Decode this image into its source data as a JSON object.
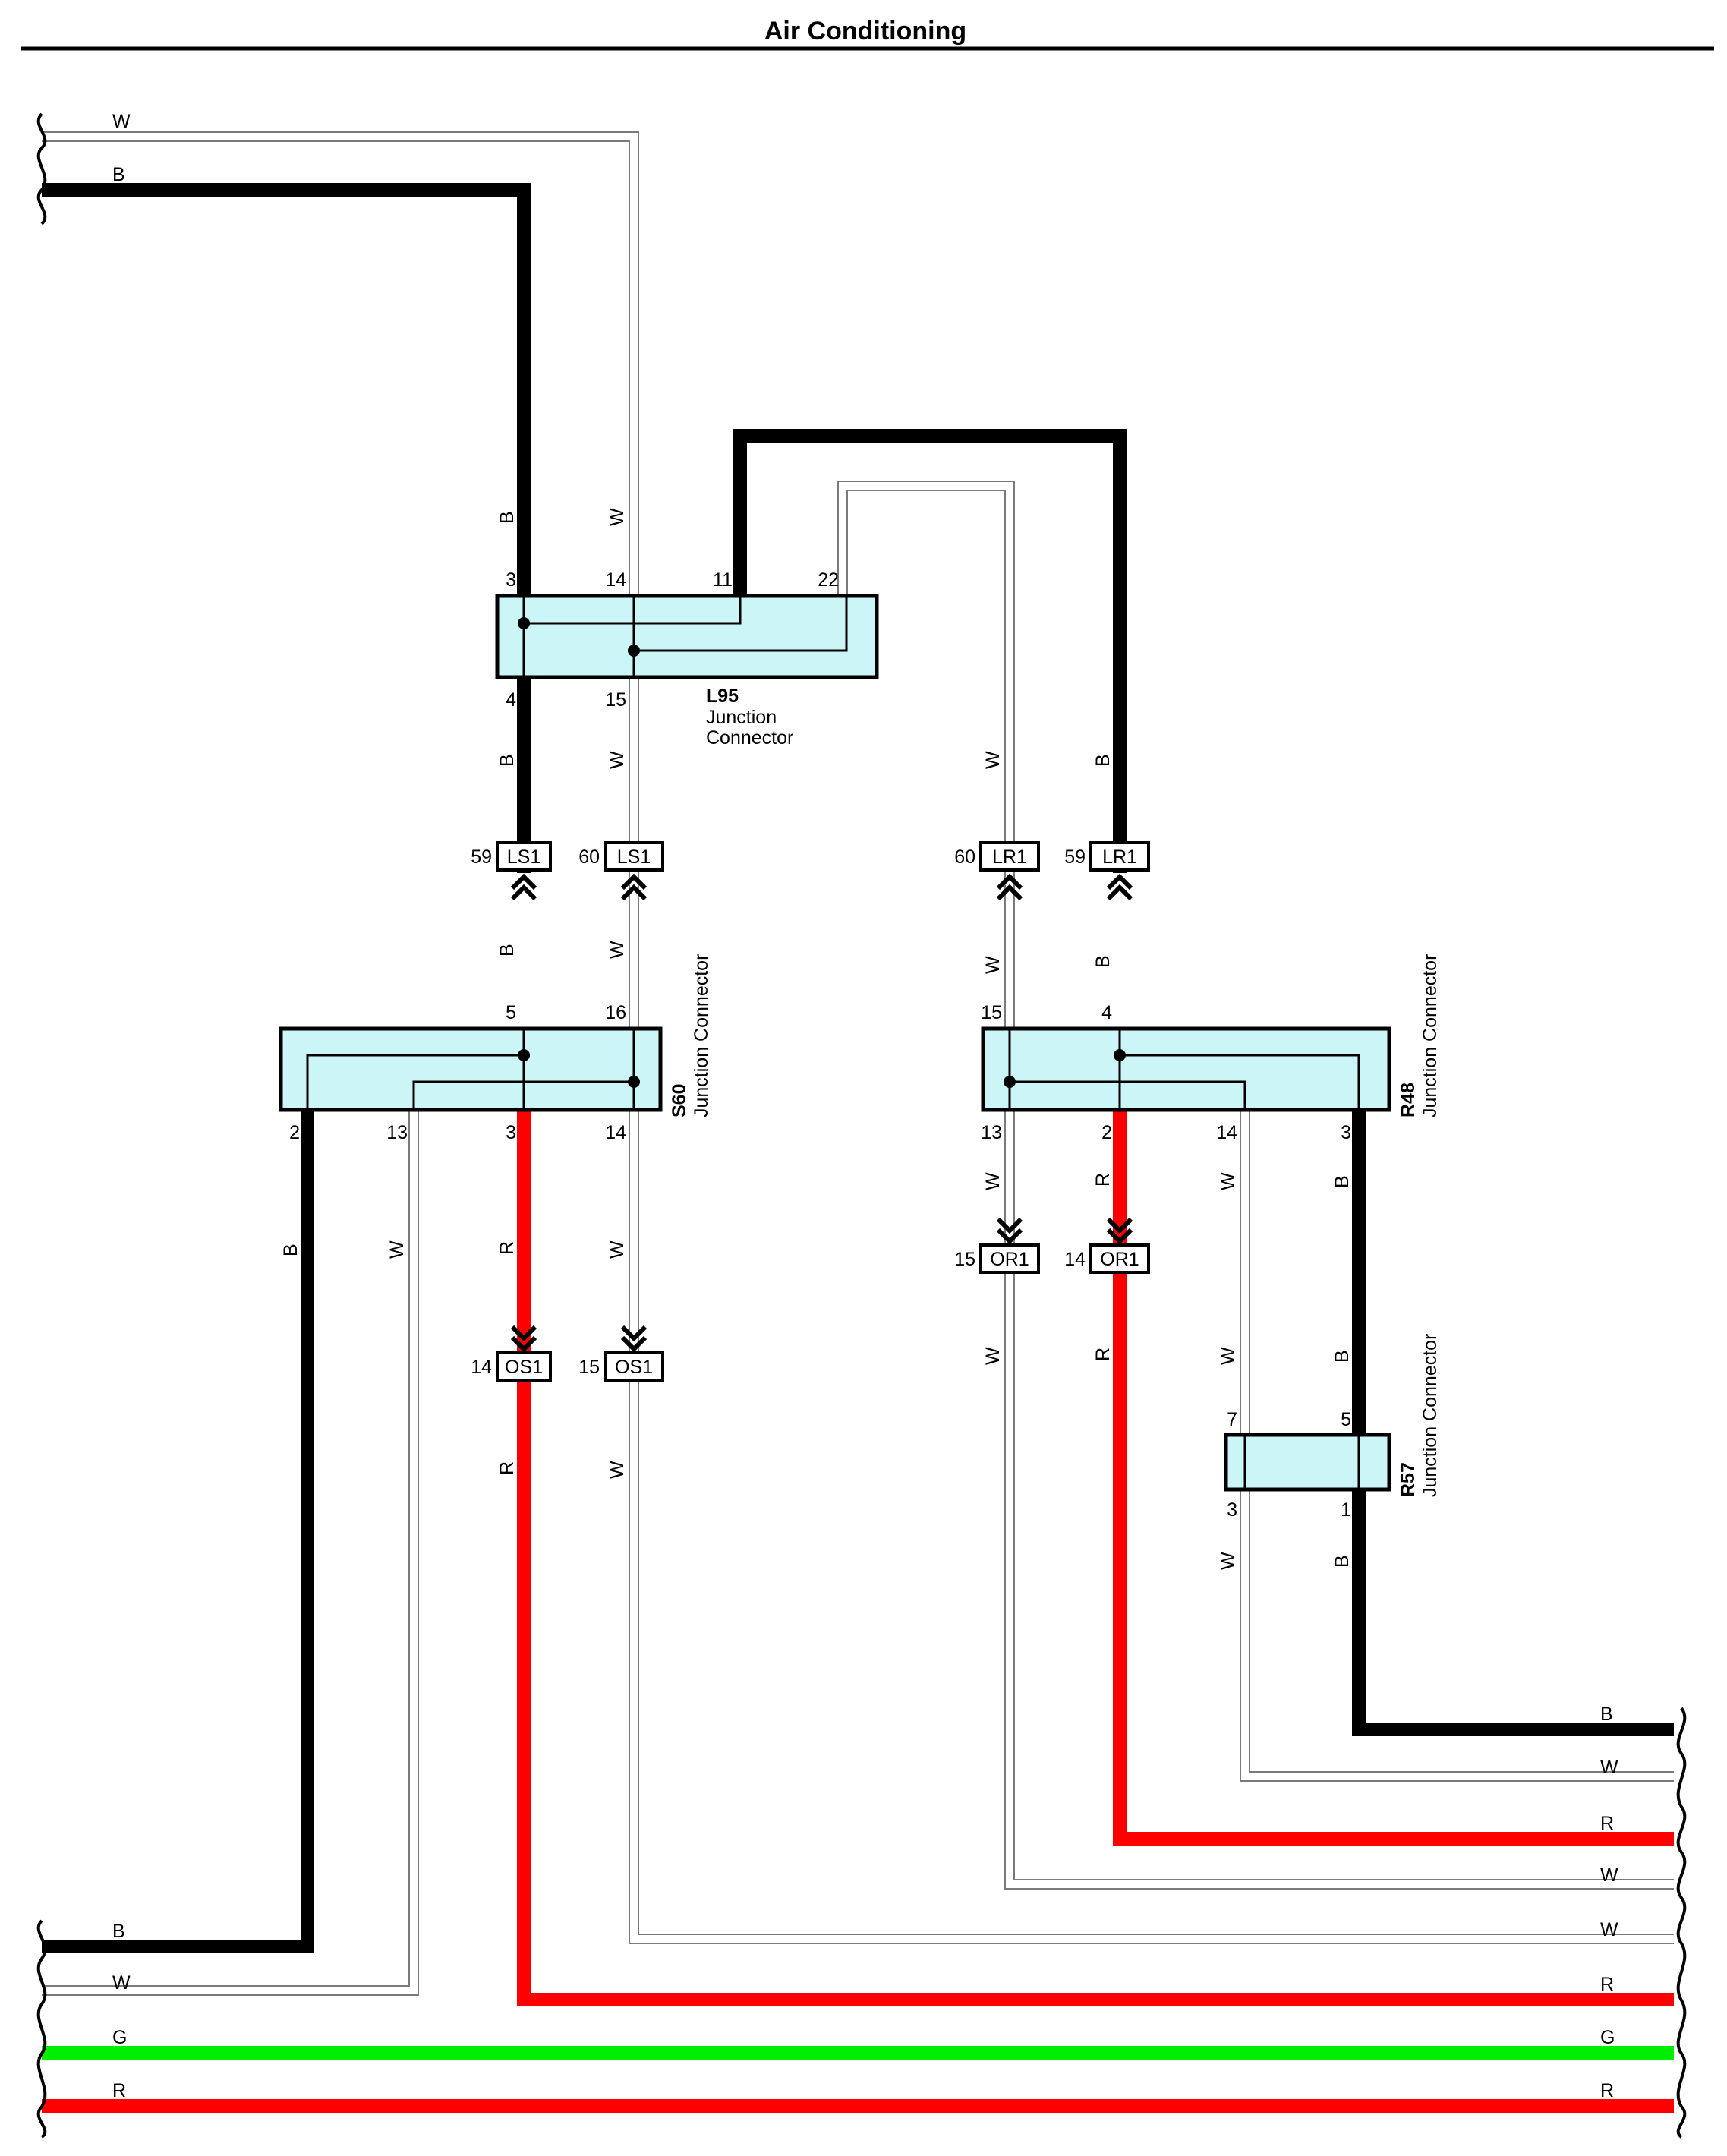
{
  "page": {
    "title": "Air Conditioning"
  },
  "connectors": {
    "L95": {
      "name": "L95",
      "desc": [
        "Junction",
        "Connector"
      ],
      "pins_top": [
        "3",
        "14",
        "11",
        "22"
      ],
      "pins_bottom": [
        "4",
        "15"
      ]
    },
    "S60": {
      "name": "S60",
      "desc": "Junction Connector",
      "pins_top": [
        "5",
        "16"
      ],
      "pins_bottom": [
        "2",
        "13",
        "3",
        "14"
      ]
    },
    "R48": {
      "name": "R48",
      "desc": "Junction Connector",
      "pins_top": [
        "15",
        "4"
      ],
      "pins_bottom": [
        "13",
        "2",
        "14",
        "3"
      ]
    },
    "R57": {
      "name": "R57",
      "desc": "Junction Connector",
      "pins_top": [
        "7",
        "5"
      ],
      "pins_bottom": [
        "3",
        "1"
      ]
    }
  },
  "inline_connectors": [
    {
      "pin": "59",
      "name": "LS1"
    },
    {
      "pin": "60",
      "name": "LS1"
    },
    {
      "pin": "60",
      "name": "LR1"
    },
    {
      "pin": "59",
      "name": "LR1"
    },
    {
      "pin": "14",
      "name": "OS1"
    },
    {
      "pin": "15",
      "name": "OS1"
    },
    {
      "pin": "15",
      "name": "OR1"
    },
    {
      "pin": "14",
      "name": "OR1"
    }
  ],
  "wire_colors": {
    "B": "#000000",
    "W": "#ffffff",
    "R": "#ff0000",
    "G": "#00ee00"
  },
  "wire_labels": {
    "B": "B",
    "W": "W",
    "R": "R",
    "G": "G"
  },
  "left_edge_wires": [
    "W",
    "B",
    "B",
    "W",
    "G",
    "R"
  ],
  "right_edge_wires": [
    "B",
    "W",
    "R",
    "W",
    "W",
    "R",
    "G",
    "R"
  ],
  "colors": {
    "connector_fill": "#ccf5f8",
    "wire_outline": "#7a7a7a"
  }
}
